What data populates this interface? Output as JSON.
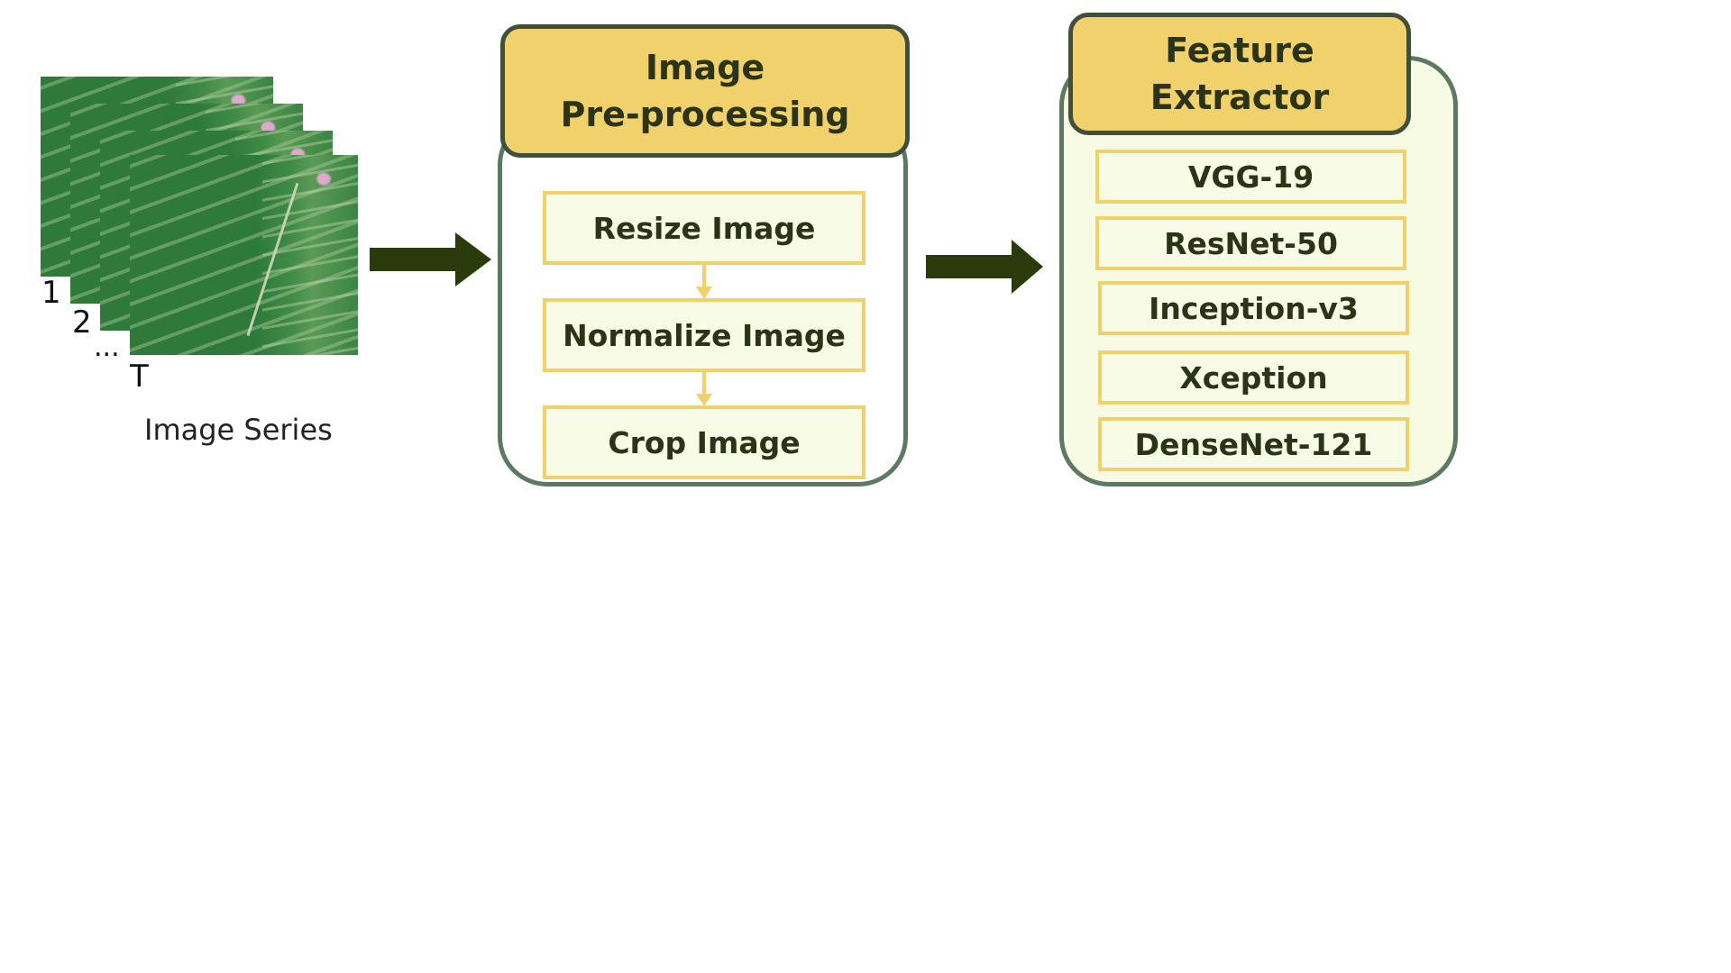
{
  "series": {
    "labels": [
      "1",
      "2",
      "...",
      "T"
    ],
    "caption": "Image Series"
  },
  "preprocessing": {
    "title_line1": "Image",
    "title_line2": "Pre-processing",
    "steps": [
      "Resize Image",
      "Normalize Image",
      "Crop Image"
    ]
  },
  "feature_extractor": {
    "title_line1": "Feature",
    "title_line2": "Extractor",
    "models": [
      "VGG-19",
      "ResNet-50",
      "Inception-v3",
      "Xception",
      "DenseNet-121"
    ]
  },
  "colors": {
    "header_fill": "#f1d16b",
    "box_fill": "#f8fbe5",
    "container_border": "#5c7a62",
    "arrow": "#2a3a0a"
  }
}
